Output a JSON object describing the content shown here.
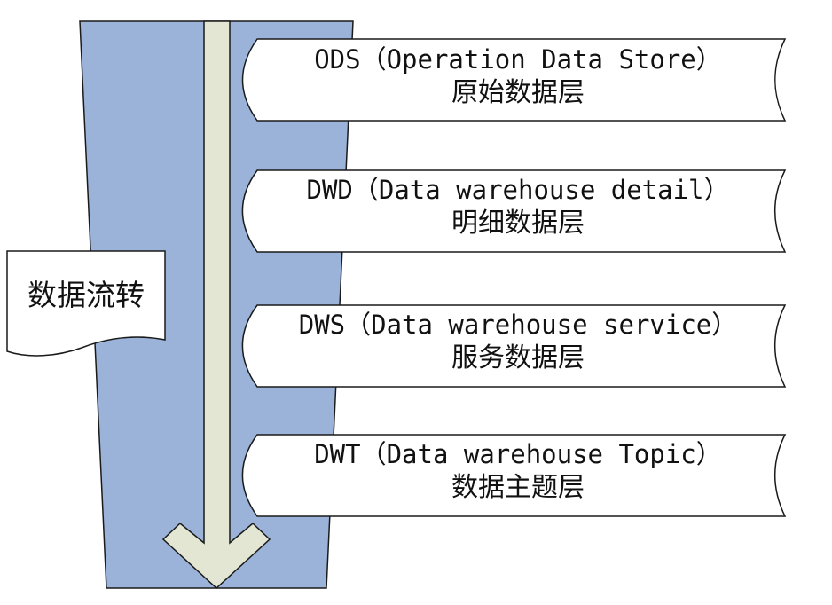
{
  "flow": {
    "label": "数据流转"
  },
  "layers": [
    {
      "title": "ODS（Operation Data Store）",
      "subtitle": "原始数据层"
    },
    {
      "title": "DWD（Data warehouse detail）",
      "subtitle": "明细数据层"
    },
    {
      "title": "DWS（Data warehouse service）",
      "subtitle": "服务数据层"
    },
    {
      "title": "DWT（Data warehouse Topic）",
      "subtitle": "数据主题层"
    }
  ],
  "colors": {
    "column_fill": "#9bb3d9",
    "arrow_fill": "#e3e6d2",
    "outline": "#1a1a1a",
    "shape_fill": "#ffffff"
  }
}
